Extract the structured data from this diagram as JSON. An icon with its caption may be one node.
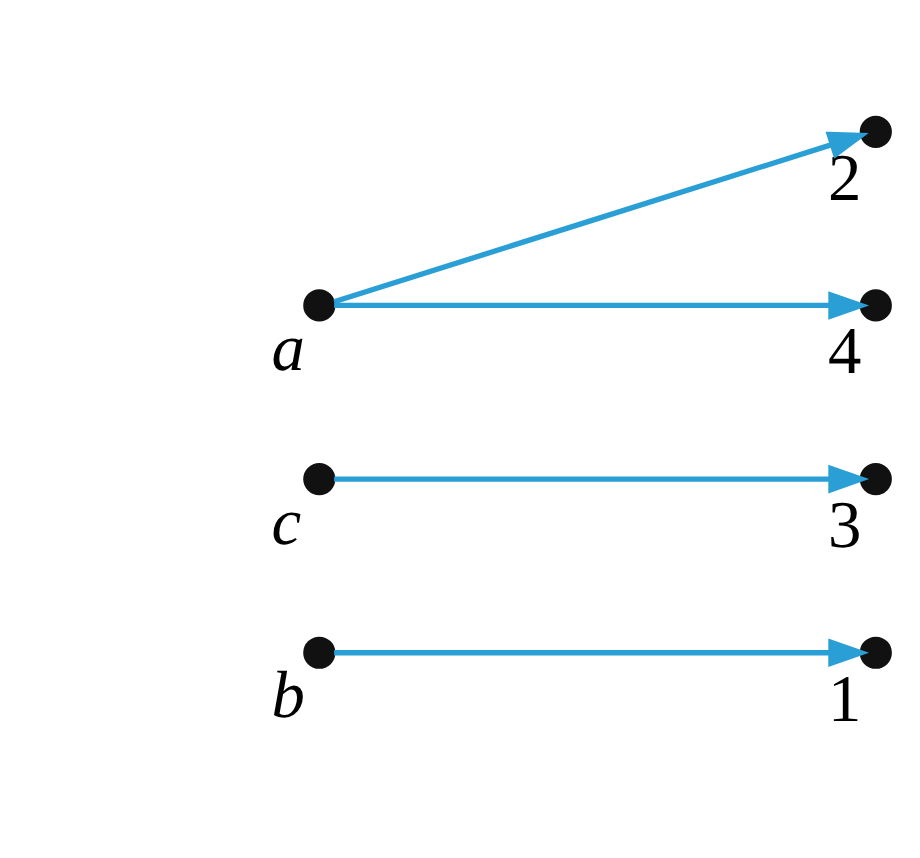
{
  "diagram": {
    "nodes": [
      {
        "text": [
          "a"
        ]
      },
      {
        "text": [
          "b"
        ]
      },
      {
        "text": [
          "c"
        ]
      },
      {
        "text": [
          "1"
        ]
      },
      {
        "text": [
          "2"
        ]
      },
      {
        "text": [
          "3"
        ]
      },
      {
        "text": [
          "4"
        ]
      }
    ],
    "edges": [
      {
        "from": 0,
        "to": 4,
        "arrow": "to"
      },
      {
        "from": 0,
        "to": 6,
        "arrow": "to"
      },
      {
        "from": 1,
        "to": 3,
        "arrow": "to"
      },
      {
        "from": 2,
        "to": 5,
        "arrow": "to"
      }
    ]
  }
}
